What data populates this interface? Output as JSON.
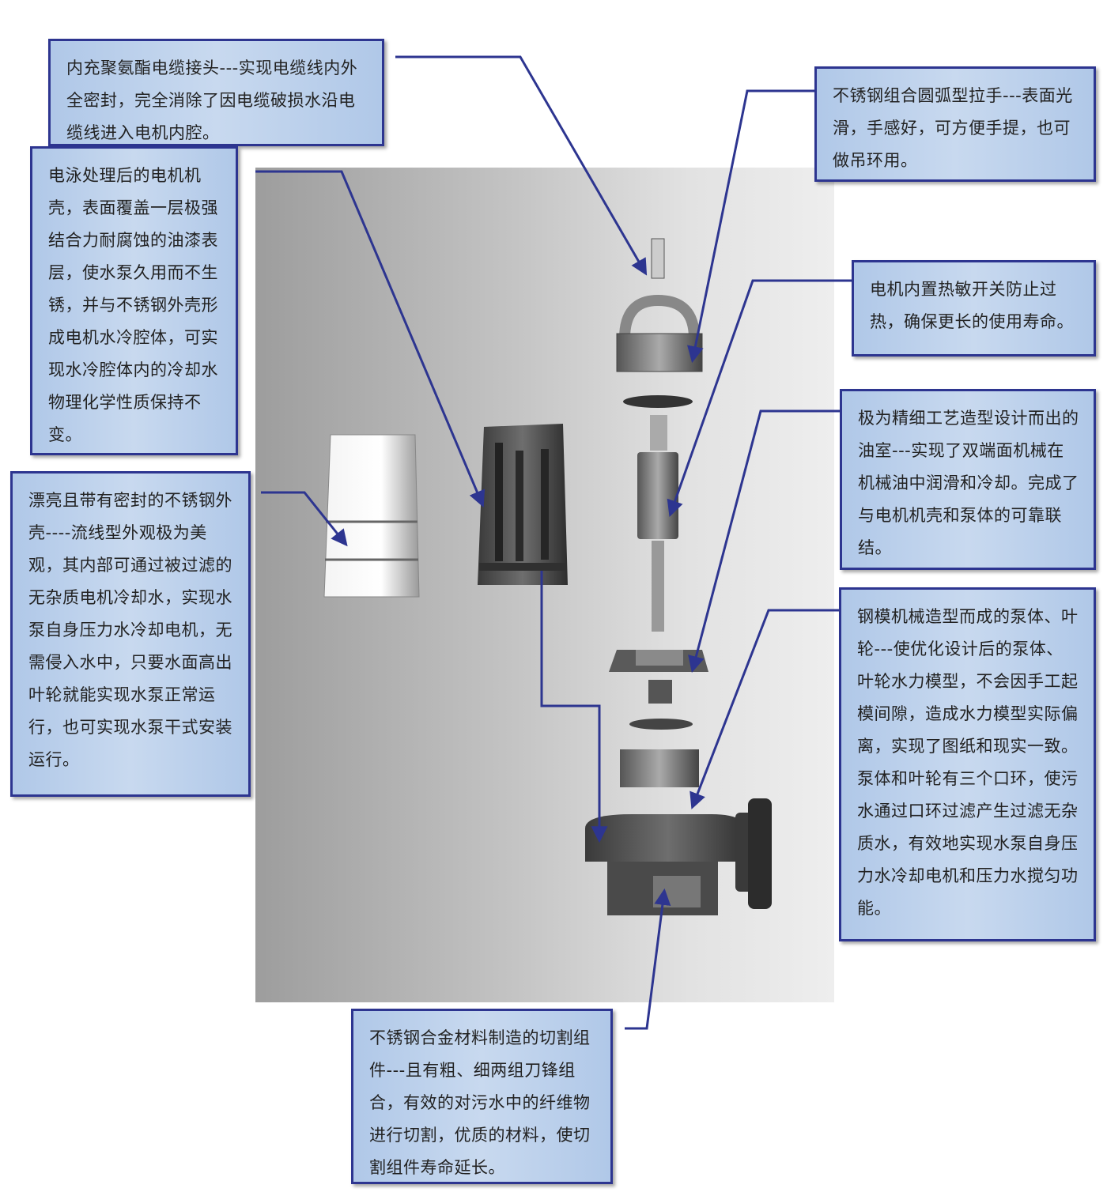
{
  "callouts": {
    "cable_joint": "内充聚氨酯电缆接头---实现电缆线内外全密封，完全消除了因电缆破损水沿电缆线进入电机内腔。",
    "handle": "不锈钢组合圆弧型拉手---表面光滑，手感好，可方便手提，也可做吊环用。",
    "motor_casing": "电泳处理后的电机机壳，表面覆盖一层极强结合力耐腐蚀的油漆表层，使水泵久用而不生锈，并与不锈钢外壳形成电机水冷腔体，可实现水冷腔体内的冷却水物理化学性质保持不变。",
    "thermal_switch": "电机内置热敏开关防止过热，确保更长的使用寿命。",
    "oil_chamber": "极为精细工艺造型设计而出的油室---实现了双端面机械在机械油中润滑和冷却。完成了与电机机壳和泵体的可靠联结。",
    "stainless_shell": "漂亮且带有密封的不锈钢外壳----流线型外观极为美观，其内部可通过被过滤的无杂质电机冷却水，实现水泵自身压力水冷却电机，无需侵入水中，只要水面高出叶轮就能实现水泵正常运行，也可实现水泵干式安装运行。",
    "pump_body": "钢模机械造型而成的泵体、叶轮---使优化设计后的泵体、叶轮水力模型，不会因手工起模间隙，造成水力模型实际偏离，实现了图纸和现实一致。泵体和叶轮有三个口环，使污水通过口环过滤产生过滤无杂质水，有效地实现水泵自身压力水冷却电机和压力水搅匀功能。",
    "cutter": "不锈钢合金材料制造的切割组件---且有粗、细两组刀锋组合，有效的对污水中的纤维物进行切割，优质的材料，使切割组件寿命延长。"
  },
  "colors": {
    "leader_line": "#2d3590",
    "callout_border": "#2d3590",
    "callout_fill": "#c0d4ee"
  }
}
